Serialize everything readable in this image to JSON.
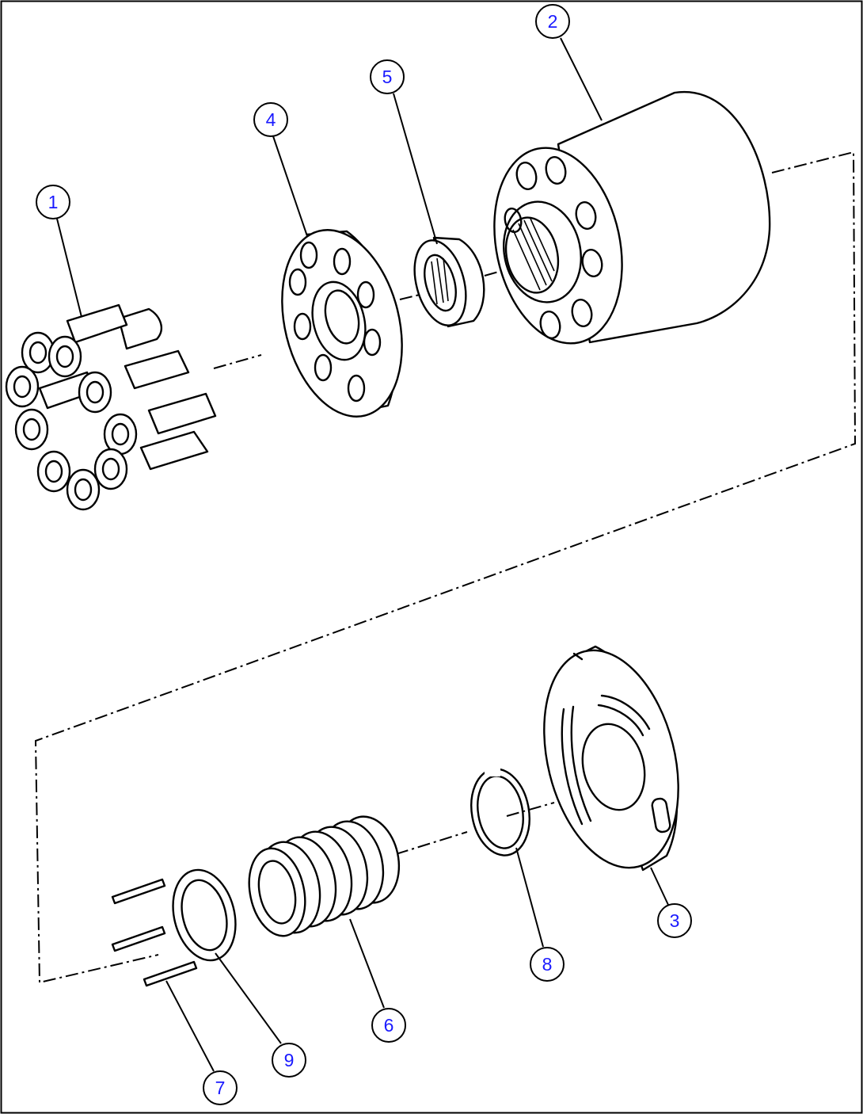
{
  "callouts": {
    "c1": "1",
    "c2": "2",
    "c3": "3",
    "c4": "4",
    "c5": "5",
    "c6": "6",
    "c7": "7",
    "c8": "8",
    "c9": "9"
  },
  "colors": {
    "line": "#000000",
    "callout_text": "#1a1aff",
    "background": "#ffffff"
  }
}
